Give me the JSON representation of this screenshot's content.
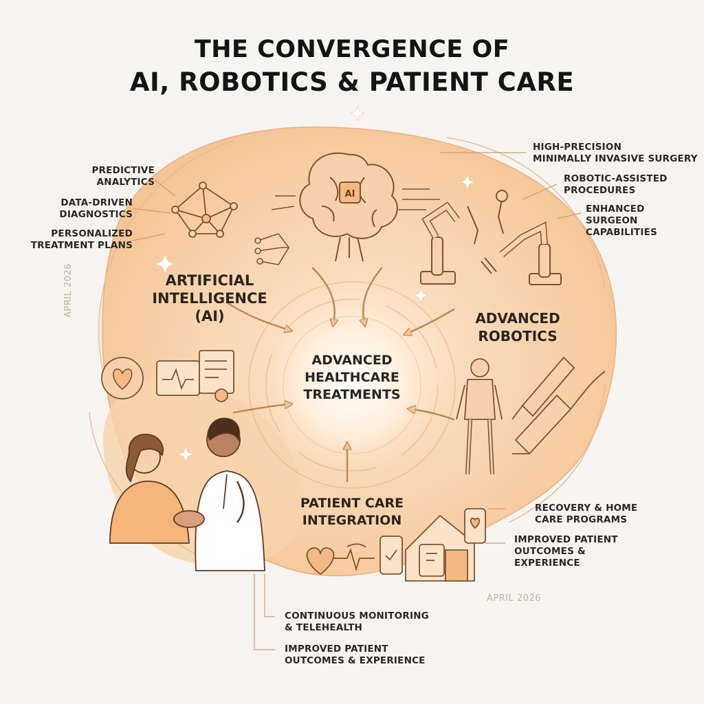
{
  "title": {
    "line1": "THE CONVERGENCE OF",
    "line2": "AI, ROBOTICS & PATIENT CARE"
  },
  "center": {
    "line1": "ADVANCED",
    "line2": "HEALTHCARE",
    "line3": "TREATMENTS"
  },
  "hubs": {
    "ai": {
      "line1": "ARTIFICIAL",
      "line2": "INTELLIGENCE",
      "line3": "(AI)"
    },
    "robotics": {
      "line1": "ADVANCED",
      "line2": "ROBOTICS"
    },
    "patient_care": {
      "line1": "PATIENT CARE",
      "line2": "INTEGRATION"
    }
  },
  "ai_benefits": [
    {
      "line1": "PREDICTIVE",
      "line2": "ANALYTICS"
    },
    {
      "line1": "DATA-DRIVEN",
      "line2": "DIAGNOSTICS"
    },
    {
      "line1": "PERSONALIZED",
      "line2": "TREATMENT PLANS"
    }
  ],
  "robotics_benefits": [
    {
      "line1": "HIGH-PRECISION",
      "line2": "MINIMALLY INVASIVE SURGERY"
    },
    {
      "line1": "ROBOTIC-ASSISTED",
      "line2": "PROCEDURES"
    },
    {
      "line1": "ENHANCED",
      "line2": "SURGEON",
      "line3": "CAPABILITIES"
    }
  ],
  "care_benefits_right": [
    {
      "line1": "RECOVERY & HOME",
      "line2": "CARE  PROGRAMS"
    },
    {
      "line1": "IMPROVED PATIENT",
      "line2": "OUTCOMES &",
      "line3": "EXPERIENCE"
    }
  ],
  "care_benefits_bottom": [
    {
      "line1": "CONTINUOUS MONITORING",
      "line2": "& TELEHEALTH"
    },
    {
      "line1": "IMPROVED PATIENT",
      "line2": "OUTCOMES & EXPERIENCE"
    }
  ],
  "date_labels": {
    "side": "APRIL 2026",
    "bottom": "APRIL 2026"
  },
  "icons": {
    "center_chip": "AI",
    "list": [
      "brain-chip-icon",
      "neural-network-icon",
      "robotic-arm-icon",
      "exoskeleton-icon",
      "surgical-tool-icon",
      "heart-icon",
      "monitor-ecg-icon",
      "document-icon",
      "house-icon",
      "phone-icon",
      "tablet-icon",
      "doctor-patient-icon"
    ]
  },
  "colors": {
    "background": "#f6f4f1",
    "peach": "#f5c9a0",
    "line": "#c68a55",
    "text": "#1e1e1e"
  }
}
